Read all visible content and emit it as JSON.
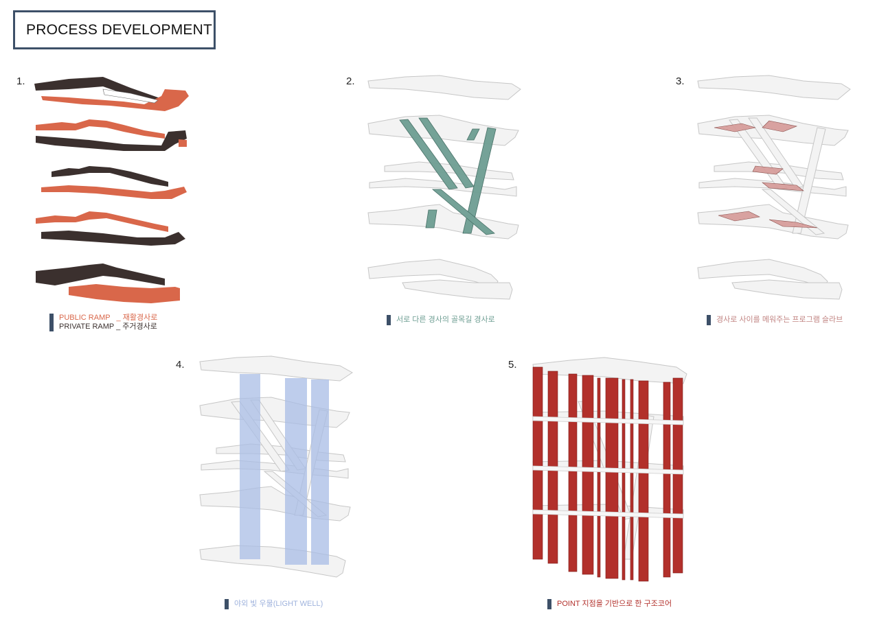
{
  "page_title": "PROCESS DEVELOPMENT",
  "colors": {
    "frame": "#3d5068",
    "public_ramp": "#d9674a",
    "private_ramp": "#3b302e",
    "slab_white": "#f3f3f3",
    "slab_edge": "#c6c6c6",
    "alley_ramp": "#6e9e93",
    "program_slab": "#d69a98",
    "light_well": "#a9bde6",
    "structure_core": "#b2302b"
  },
  "steps": [
    {
      "number": "1.",
      "legend": [
        "PUBLIC RAMP   _ 재활경사로",
        "PRIVATE RAMP _ 주거경사로"
      ]
    },
    {
      "number": "2.",
      "legend": [
        "서로 다른 경사의 골목길 경사로"
      ]
    },
    {
      "number": "3.",
      "legend": [
        "경사로 사이를 메워주는 프로그램 슬라브"
      ]
    },
    {
      "number": "4.",
      "legend": [
        "야외 빛 우물(LIGHT WELL)"
      ]
    },
    {
      "number": "5.",
      "legend": [
        "POINT 지점을 기반으로 한 구조코어"
      ]
    }
  ]
}
